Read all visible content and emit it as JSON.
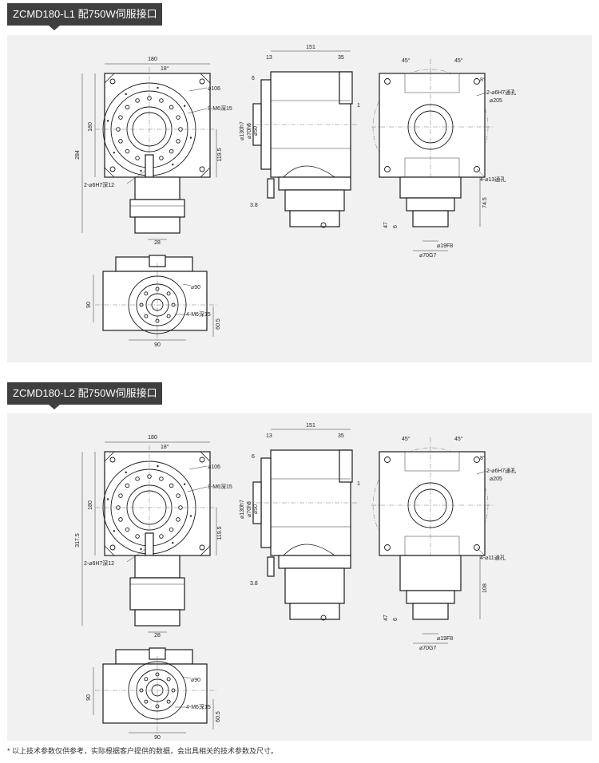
{
  "sections": [
    {
      "title": "ZCMD180-L1 配750W伺服接口",
      "front": {
        "width": "180",
        "height": "180",
        "total": "284",
        "offset": "119.5",
        "angle": "18°",
        "bolt_circle": "⌀106",
        "threads": "8-M6深15",
        "pin": "2-⌀6H7深12",
        "shaft": "28"
      },
      "side": {
        "length": "151",
        "flange": "13",
        "tail": "35",
        "step": "6",
        "pilot": "⌀130h7",
        "bore": "⌀70h6",
        "bore2": "⌀50",
        "bottom": "3.8",
        "right": "1"
      },
      "back": {
        "angle1": "45°",
        "angle2": "45°",
        "angle3": "8°",
        "pin": "2-⌀6H7通孔",
        "circle": "⌀205",
        "holes": "4-⌀13通孔",
        "h1": "47",
        "h2": "6",
        "h3": "74.5",
        "shaft1": "⌀19F8",
        "shaft2": "⌀70G7"
      },
      "bottom": {
        "circle": "⌀90",
        "threads": "4-M6深15",
        "width": "90",
        "height": "90",
        "offset": "60.5"
      }
    },
    {
      "title": "ZCMD180-L2 配750W伺服接口",
      "front": {
        "width": "180",
        "height": "180",
        "total": "317.5",
        "offset": "119.5",
        "angle": "18°",
        "bolt_circle": "⌀106",
        "threads": "8-M6深15",
        "pin": "2-⌀6H7深12",
        "shaft": "28"
      },
      "side": {
        "length": "151",
        "flange": "13",
        "tail": "35",
        "step": "6",
        "pilot": "⌀130h7",
        "bore": "⌀70h6",
        "bore2": "⌀50",
        "bottom": "3.8",
        "right": "1"
      },
      "back": {
        "angle1": "45°",
        "angle2": "45°",
        "angle3": "8°",
        "pin": "2-⌀6H7通孔",
        "circle": "⌀205",
        "holes": "4-⌀11通孔",
        "h1": "47",
        "h2": "6",
        "h3": "108",
        "shaft1": "⌀19F8",
        "shaft2": "⌀70G7"
      },
      "bottom": {
        "circle": "⌀90",
        "threads": "4-M6深15",
        "width": "90",
        "height": "90",
        "offset": "60.5"
      }
    }
  ],
  "footnote": "* 以上技术参数仅供参考，实际根据客户提供的数据，会出具相关的技术参数及尺寸。",
  "colors": {
    "tab_bg": "#3f3f3f",
    "panel_bg": "#f2f1f1",
    "line": "#222222"
  }
}
